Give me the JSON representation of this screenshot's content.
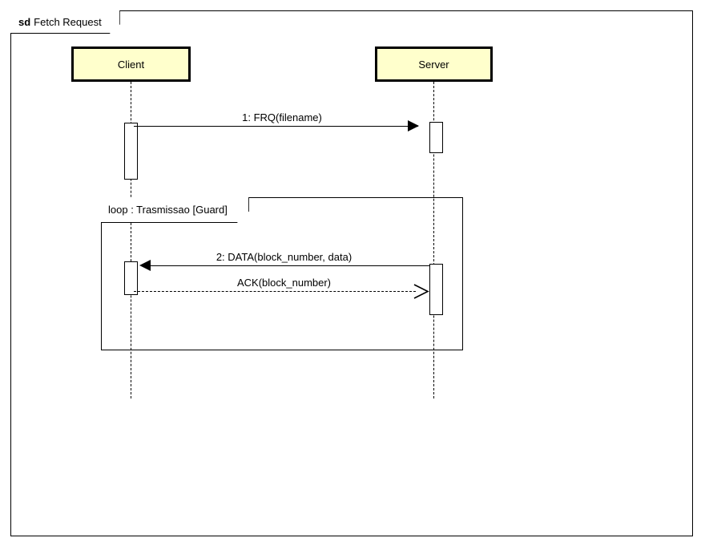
{
  "diagram": {
    "kind_keyword": "sd",
    "title": "Fetch Request",
    "background_color": "#ffffff",
    "line_color": "#000000",
    "lifeline_fill_color": "#ffffcc"
  },
  "lifelines": [
    {
      "name": "Client",
      "label": "Client"
    },
    {
      "name": "Server",
      "label": "Server"
    }
  ],
  "fragments": [
    {
      "operator": "loop",
      "label": "loop : Trasmissao  [Guard]"
    }
  ],
  "messages": [
    {
      "id": "message-frq",
      "label": "1: FRQ(filename)",
      "from": "Client",
      "to": "Server",
      "style": "solid",
      "arrow": "filled"
    },
    {
      "id": "message-data",
      "label": "2: DATA(block_number, data)",
      "from": "Server",
      "to": "Client",
      "style": "solid",
      "arrow": "filled"
    },
    {
      "id": "message-ack",
      "label": "ACK(block_number)",
      "from": "Client",
      "to": "Server",
      "style": "dashed",
      "arrow": "open"
    }
  ]
}
